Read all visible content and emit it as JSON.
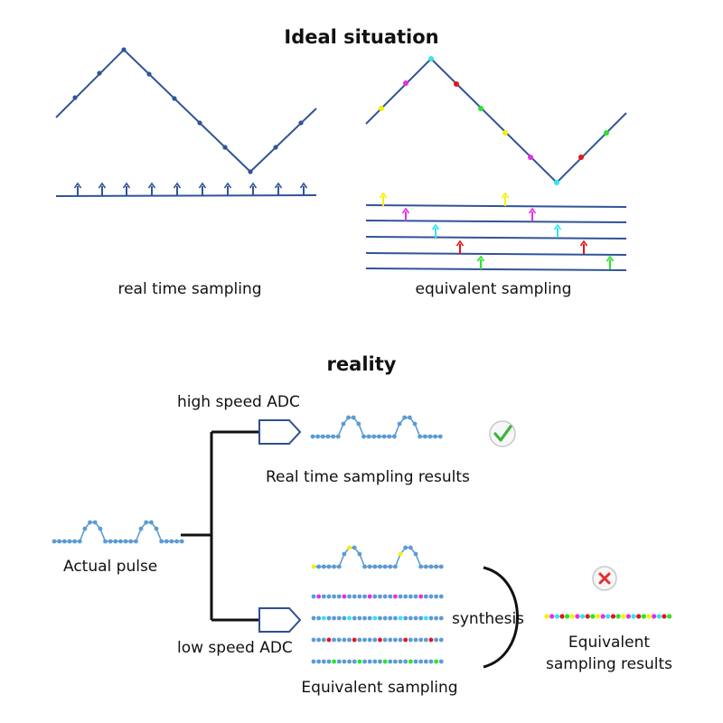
{
  "ideal": {
    "title": "Ideal situation",
    "real_time_label": "real time sampling",
    "equivalent_label": "equivalent sampling"
  },
  "reality": {
    "title": "reality",
    "high_speed_label": "high speed ADC",
    "low_speed_label": "low speed ADC",
    "actual_pulse_label": "Actual pulse",
    "real_time_results_label": "Real time sampling results",
    "equivalent_sampling_label": "Equivalent sampling",
    "synthesis_label": "synthesis",
    "equivalent_results_label_line1": "Equivalent",
    "equivalent_results_label_line2": "sampling results",
    "real_time_status": "success",
    "equivalent_status": "failure"
  },
  "colors": {
    "line": "#2f5597",
    "dot": "#5b9bd5",
    "yellow": "#f2f200",
    "magenta": "#e62ee6",
    "cyan": "#2ee6f2",
    "red": "#e6141a",
    "green": "#27e627",
    "check": "#3cb43c",
    "cross": "#e62e2e"
  }
}
